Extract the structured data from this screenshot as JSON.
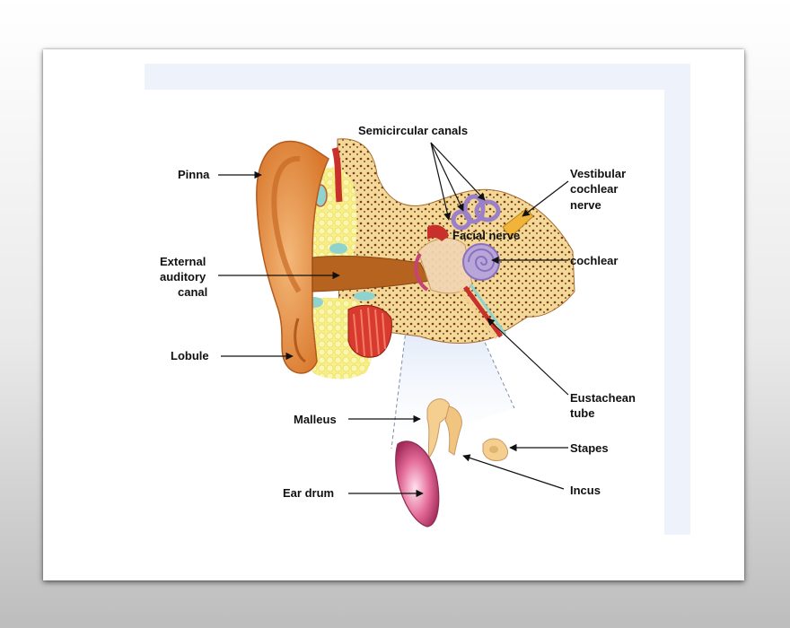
{
  "labels": {
    "semicircular_canals": "Semicircular canals",
    "pinna": "Pinna",
    "vestibular_line1": "Vestibular",
    "vestibular_line2": "cochlear",
    "vestibular_line3": "nerve",
    "facial_nerve": "Facial nerve",
    "external_line1": "External",
    "external_line2": "auditory",
    "external_line3": "canal",
    "cochlear": "cochlear",
    "lobule": "Lobule",
    "eustachean_line1": "Eustachean",
    "eustachean_line2": "tube",
    "malleus": "Malleus",
    "stapes": "Stapes",
    "ear_drum": "Ear drum",
    "incus": "Incus"
  },
  "colors": {
    "frame": "#eef3fb",
    "skin": "#e9934c",
    "bone": "#f2d99a",
    "cartilage": "#fbf17a",
    "inner_ear": "#b9a6d9",
    "nerve": "#f0b43b",
    "eardrum": "#c64374",
    "ossicles": "#f4cf8f"
  }
}
